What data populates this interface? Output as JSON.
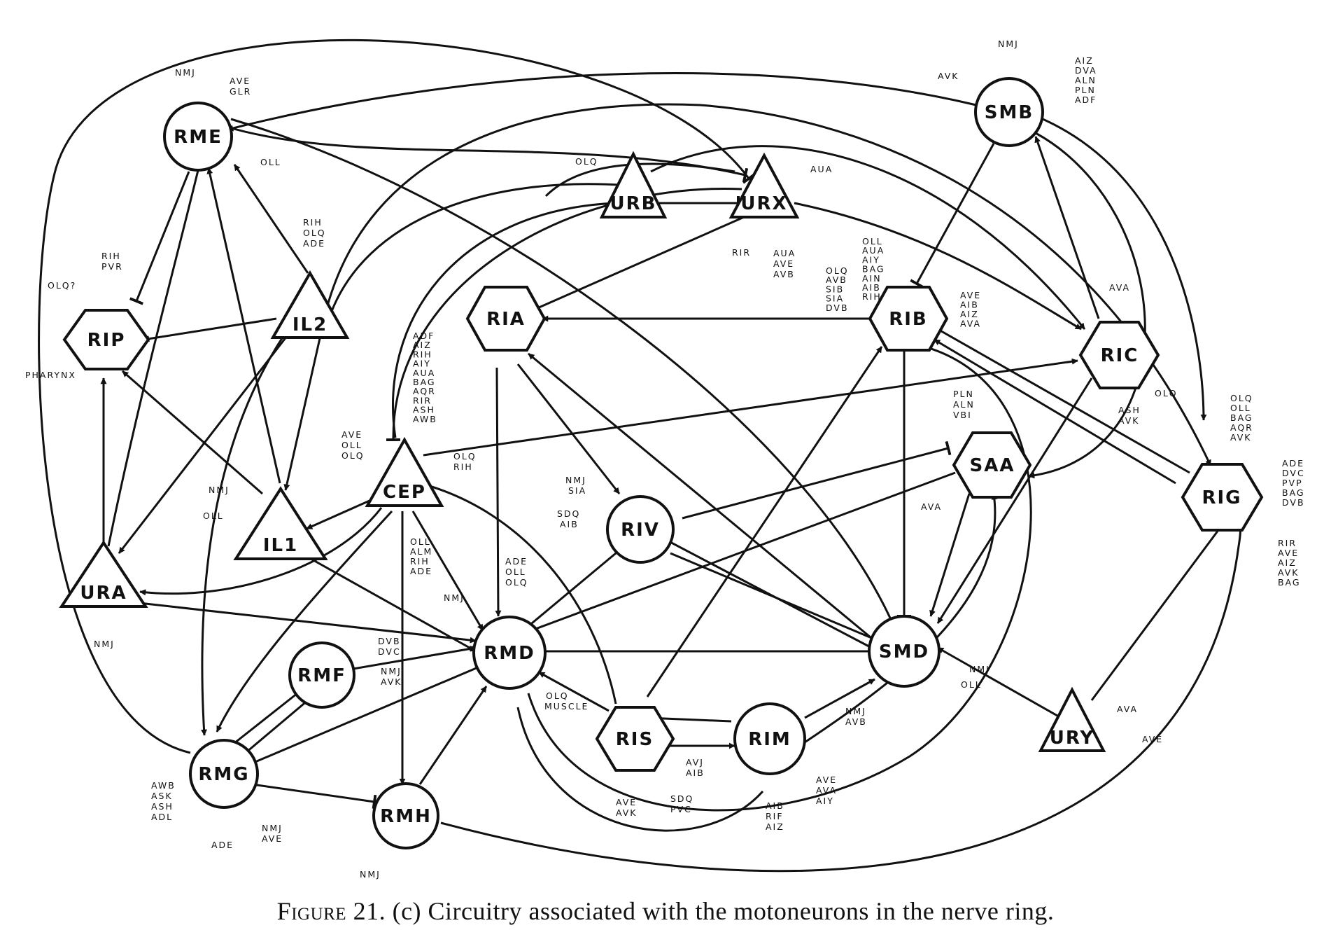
{
  "caption": {
    "figure_label": "Figure 21.",
    "text": "(c) Circuitry associated with the motoneurons in the nerve ring."
  },
  "nodes": {
    "RME": "RME",
    "RIP": "RIP",
    "IL2": "IL2",
    "IL1": "IL1",
    "URA": "URA",
    "URB": "URB",
    "URX": "URX",
    "RIA": "RIA",
    "CEP": "CEP",
    "RIV": "RIV",
    "RMF": "RMF",
    "RMD": "RMD",
    "RMG": "RMG",
    "RMH": "RMH",
    "RIS": "RIS",
    "RIM": "RIM",
    "SMD": "SMD",
    "SAA": "SAA",
    "RIB": "RIB",
    "RIC": "RIC",
    "SMB": "SMB",
    "RIG": "RIG",
    "URY": "URY"
  },
  "aux": {
    "rme_nmj": "NMJ",
    "rme_ave": "AVE",
    "rme_glr": "GLR",
    "rme_oll": "OLL",
    "rip_rih": "RIH",
    "rip_pvr": "PVR",
    "rip_olq": "OLQ?",
    "rip_pharynx": "PHARYNX",
    "il2_rih": "RIH",
    "il2_olq": "OLQ",
    "il2_ade": "ADE",
    "il1_nmj": "NMJ",
    "il1_oll": "OLL",
    "ura_nmj": "NMJ",
    "urb_olq": "OLQ",
    "urx_aua": "AUA",
    "urx_rir": "RIR",
    "urx_out1": "AUA",
    "urx_out2": "AVE",
    "urx_out3": "AVB",
    "cep_adf_list": [
      "ADF",
      "AIZ",
      "RIH",
      "AIY",
      "AUA",
      "BAG",
      "AQR",
      "RIR",
      "ASH",
      "AWB"
    ],
    "cep_ave": "AVE",
    "cep_oll": "OLL",
    "cep_olq": "OLQ",
    "cep_olq2": "OLQ",
    "cep_rih": "RIH",
    "cep_in_list": [
      "OLL",
      "ALM",
      "RIH",
      "ADE"
    ],
    "riv_nmj": "NMJ",
    "riv_sia": "SIA",
    "riv_sdq": "SDQ",
    "riv_aib": "AIB",
    "rmd_nmj": "NMJ",
    "rmd_ade": "ADE",
    "rmd_oll": "OLL",
    "rmd_olq": "OLQ",
    "rmd_olq2": "OLQ",
    "rmd_muscle": "MUSCLE",
    "rmf_dvb": "DVB",
    "rmf_dvc": "DVC",
    "rmf_nmj": "NMJ",
    "rmf_avk": "AVK",
    "rmg_awb": "AWB",
    "rmg_ask": "ASK",
    "rmg_ash": "ASH",
    "rmg_adl": "ADL",
    "rmg_ade": "ADE",
    "rmg_nmj": "NMJ",
    "rmg_ave": "AVE",
    "rmh_nmj": "NMJ",
    "ris_ave": "AVE",
    "ris_avk": "AVK",
    "ris_avj": "AVJ",
    "ris_aib": "AIB",
    "ris_sdq": "SDQ",
    "ris_pvc": "PVC",
    "rim_nmj": "NMJ",
    "rim_avb": "AVB",
    "rim_ave": "AVE",
    "rim_ava": "AVA",
    "rim_aiy": "AIY",
    "rim_aib": "AIB",
    "rim_rif": "RIF",
    "rim_aiz": "AIZ",
    "smd_nmj": "NMJ",
    "smd_oll": "OLL",
    "saa_pln": "PLN",
    "saa_aln": "ALN",
    "saa_vbi": "VBI",
    "saa_ava": "AVA",
    "rib_in_list": [
      "OLL",
      "AUA",
      "AIY",
      "BAG",
      "AIN",
      "AIB",
      "RIH"
    ],
    "rib_in2_list": [
      "OLQ",
      "AVB",
      "SIB",
      "SIA",
      "DVB"
    ],
    "rib_out_list": [
      "AVE",
      "AIB",
      "AIZ",
      "AVA"
    ],
    "ric_ava": "AVA",
    "ric_olq": "OLQ",
    "ric_ash": "ASH",
    "ric_avk": "AVK",
    "smb_nmj": "NMJ",
    "smb_avk": "AVK",
    "smb_in_list": [
      "AIZ",
      "DVA",
      "ALN",
      "PLN",
      "ADF"
    ],
    "rig_in_top": [
      "OLQ",
      "OLL",
      "BAG",
      "AQR",
      "AVK"
    ],
    "rig_in_right": [
      "ADE",
      "DVC",
      "PVP",
      "BAG",
      "DVB"
    ],
    "rig_out_list": [
      "RIR",
      "AVE",
      "AIZ",
      "AVK",
      "BAG"
    ],
    "ury_ava": "AVA",
    "ury_ave": "AVE"
  }
}
